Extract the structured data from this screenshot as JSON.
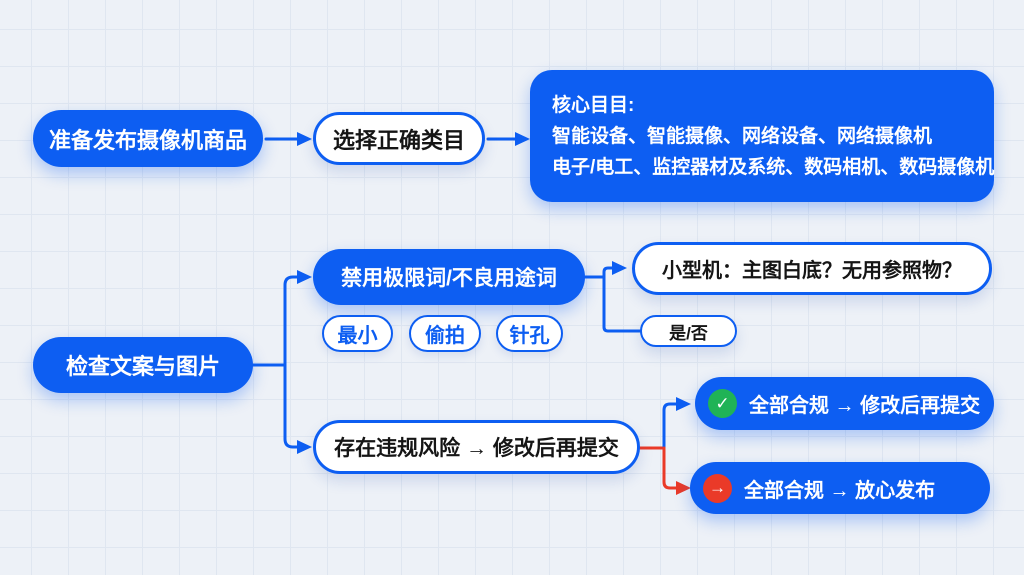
{
  "palette": {
    "blue": "#0d5ef2",
    "red": "#ea3a28",
    "green": "#20b356",
    "ink": "#151515",
    "bg": "#edf1f7",
    "grid": "#dfe6f0"
  },
  "flow_publish": {
    "start": "准备发布摄像机商品",
    "step": "选择正确类目",
    "categories": {
      "title": "核心目目:",
      "line1": "智能设备、智能摄像、网络设备、网络摄像机",
      "line2": "电子/电工、监控器材及系统、数码相机、数码摄像机"
    }
  },
  "flow_review": {
    "start": "检查文案与图片",
    "forbidden": {
      "label": "禁用极限词/不良用途词",
      "tags": [
        "最小",
        "偷拍",
        "针孔"
      ],
      "question": "小型机：主图白底？无用参照物？",
      "answer": "是/否"
    },
    "risk": {
      "label": "存在违规风险 → 修改后再提交",
      "outcome_resubmit": "全部合规 → 修改后再提交",
      "outcome_publish": "全部合规 → 放心发布",
      "check_icon": "✓",
      "arrow_icon": "→"
    }
  }
}
